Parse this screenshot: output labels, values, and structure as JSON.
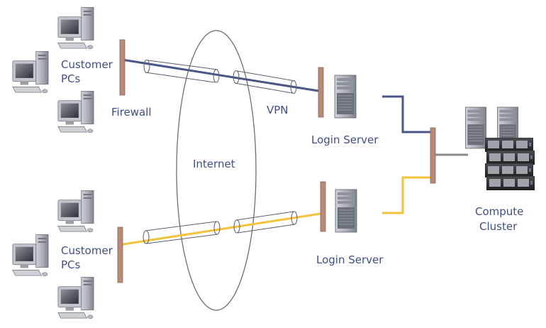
{
  "labels": {
    "customer_pcs_top_line1": "Customer",
    "customer_pcs_top_line2": "PCs",
    "customer_pcs_bottom_line1": "Customer",
    "customer_pcs_bottom_line2": "PCs",
    "firewall": "Firewall",
    "internet": "Internet",
    "vpn": "VPN",
    "login_server_top": "Login Server",
    "login_server_bottom": "Login Server",
    "compute_cluster_line1": "Compute",
    "compute_cluster_line2": "Cluster"
  },
  "colors": {
    "label_text": "#3f4f86",
    "firewall_bar": "#b98a78",
    "vpn_line_navy": "#4a5686",
    "vpn_line_yellow": "#f2c23a",
    "tunnel_outline": "#5a5f70",
    "internet_outline": "#6b6e78",
    "switch_line": "#8a8a8a"
  },
  "icons": {
    "pc": "desktop-pc-icon",
    "server": "tower-server-icon",
    "rack": "rack-server-icon"
  }
}
